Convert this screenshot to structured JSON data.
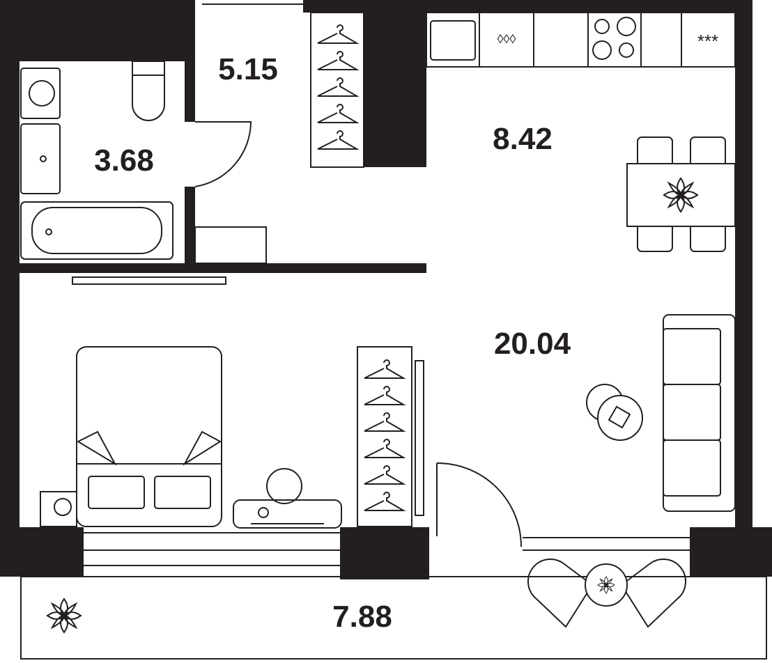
{
  "plan": {
    "rooms": [
      {
        "name": "bathroom",
        "area": "3.68"
      },
      {
        "name": "hallway",
        "area": "5.15"
      },
      {
        "name": "kitchen",
        "area": "8.42"
      },
      {
        "name": "living-room",
        "area": "20.04"
      },
      {
        "name": "balcony",
        "area": "7.88"
      }
    ],
    "stove_marker": "***",
    "colors": {
      "wall": "#231f20",
      "background": "#ffffff"
    }
  }
}
